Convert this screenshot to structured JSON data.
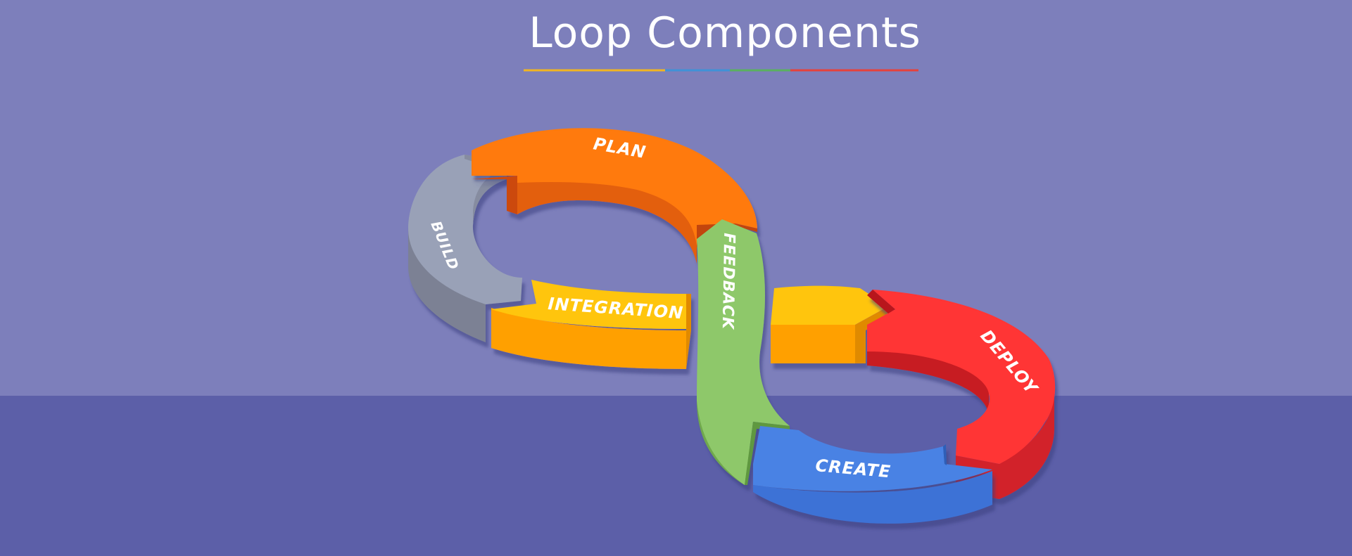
{
  "title": "Loop Components",
  "segments": [
    {
      "id": "plan",
      "label": "PLAN",
      "color": "#ff7a0b"
    },
    {
      "id": "build",
      "label": "BUILD",
      "color": "#99a1b7"
    },
    {
      "id": "integration",
      "label": "INTEGRATION",
      "color": "#ffa001"
    },
    {
      "id": "feedback",
      "label": "FEEDBACK",
      "color": "#8ec86a"
    },
    {
      "id": "deploy",
      "label": "DEPLOY",
      "color": "#ff3535"
    },
    {
      "id": "create",
      "label": "CREATE",
      "color": "#4a82e4"
    }
  ],
  "colors": {
    "background_top": "#7d7fbb",
    "background_bottom": "#5c5fa8",
    "underline": [
      "#f1b521",
      "#3f92d7",
      "#5ab15f",
      "#e6413b"
    ]
  }
}
